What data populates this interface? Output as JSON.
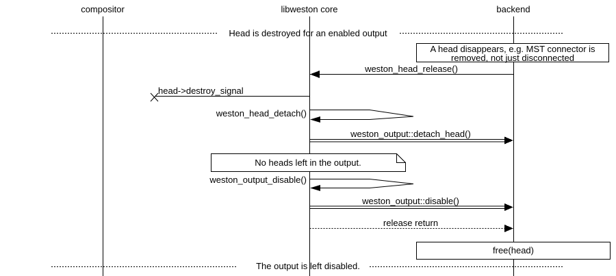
{
  "colors": {
    "background": "#ffffff",
    "foreground": "#000000"
  },
  "actors": [
    {
      "label": "compositor"
    },
    {
      "label": "libweston core"
    },
    {
      "label": "backend"
    }
  ],
  "dividers": [
    {
      "text": "Head is destroyed for an enabled output"
    },
    {
      "text": "The output is left disabled."
    }
  ],
  "notes": {
    "head_disappears": {
      "line1": "A head disappears, e.g. MST connector is",
      "line2": "removed, not just disconnected"
    },
    "no_heads_left": {
      "text": "No heads left in the output."
    },
    "free_head": {
      "text": "free(head)"
    }
  },
  "messages": {
    "head_release": {
      "label": "weston_head_release()",
      "from": "backend",
      "to": "libweston core",
      "style": "solid arrow, filled head left"
    },
    "destroy_signal": {
      "label": "head->destroy_signal",
      "from": "libweston core",
      "to": "lost (x)",
      "style": "solid line ending in x"
    },
    "head_detach": {
      "label": "weston_head_detach()",
      "from": "libweston core",
      "to": "libweston core",
      "style": "self message loop"
    },
    "detach_head": {
      "label": "weston_output::detach_head()",
      "from": "libweston core",
      "to": "backend",
      "style": "double line, filled head right"
    },
    "output_disable": {
      "label": "weston_output_disable()",
      "from": "libweston core",
      "to": "libweston core",
      "style": "self message loop"
    },
    "disable": {
      "label": "weston_output::disable()",
      "from": "libweston core",
      "to": "backend",
      "style": "double line, filled head right"
    },
    "release_return": {
      "label": "release return",
      "from": "libweston core",
      "to": "backend",
      "style": "dotted arrow, filled head right"
    }
  }
}
